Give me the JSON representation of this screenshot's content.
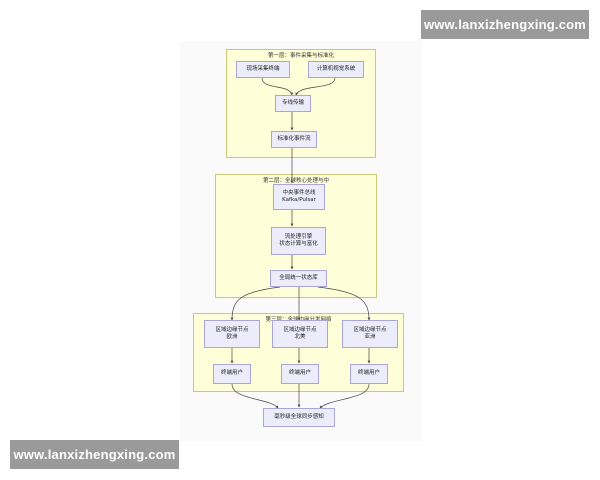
{
  "watermarks": {
    "top": "www.lanxizhengxing.com",
    "bottom": "www.lanxizhengxing.com"
  },
  "layers": {
    "layer1": {
      "title": "第一层：事件采集与标准化"
    },
    "layer2": {
      "title": "第二层：全球核心处理与中"
    },
    "layer3": {
      "title": "第三层：全球边缘分发网络"
    }
  },
  "nodes": {
    "field_sensors": {
      "line1": "现场采集终端"
    },
    "vision_system": {
      "line1": "计算机视觉系统"
    },
    "dedicated_link": {
      "line1": "专线传输"
    },
    "std_event_stream": {
      "line1": "标准化事件流"
    },
    "central_bus": {
      "line1": "中央事件总线",
      "line2": "Kafka/Pulsar"
    },
    "stream_engine": {
      "line1": "流处理引擎",
      "line2": "状态计算与富化"
    },
    "global_state_db": {
      "line1": "全局统一状态库"
    },
    "edge_europe": {
      "line1": "区域边缘节点",
      "line2": "欧洲"
    },
    "edge_na": {
      "line1": "区域边缘节点",
      "line2": "北美"
    },
    "edge_asia": {
      "line1": "区域边缘节点",
      "line2": "亚洲"
    },
    "user_europe": {
      "line1": "终端用户"
    },
    "user_na": {
      "line1": "终端用户"
    },
    "user_asia": {
      "line1": "终端用户"
    },
    "global_sync": {
      "line1": "毫秒级全球同步感知"
    }
  },
  "colors": {
    "layer_fill": "#fefed8",
    "layer_border": "#c9c97a",
    "node_fill": "#ececfb",
    "node_border": "#a9a4d9",
    "edge": "#444444",
    "watermark_bg": "#9a9a9a"
  }
}
